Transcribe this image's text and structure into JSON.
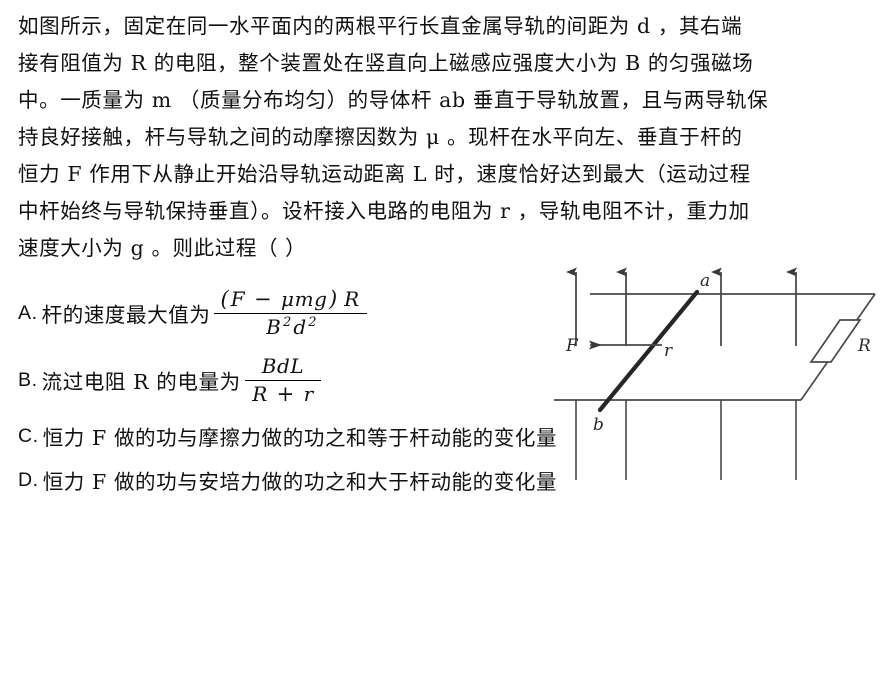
{
  "document": {
    "type": "physics-multiple-choice-question",
    "language": "zh-CN"
  },
  "stem": {
    "lines": [
      "如图所示，固定在同一水平面内的两根平行长直金属导轨的间距为 d ，其右端",
      "接有阻值为 R 的电阻，整个装置处在竖直向上磁感应强度大小为 B 的匀强磁场",
      "中。一质量为 m （质量分布均匀）的导体杆 ab 垂直于导轨放置，且与两导轨保",
      "持良好接触，杆与导轨之间的动摩擦因数为 μ 。现杆在水平向左、垂直于杆的",
      "恒力 F 作用下从静止开始沿导轨运动距离 L 时，速度恰好达到最大（运动过程",
      "中杆始终与导轨保持垂直）。设杆接入电路的电阻为 r ，导轨电阻不计，重力加",
      "速度大小为 g 。则此过程（    ）"
    ]
  },
  "options": [
    {
      "tag": "A.",
      "text": "杆的速度最大值为",
      "formula": {
        "numerator": "(F − μmg) R",
        "denominator": "B²d²"
      }
    },
    {
      "tag": "B.",
      "text": "流过电阻 R 的电量为",
      "formula": {
        "numerator": "BdL",
        "denominator": "R + r"
      }
    },
    {
      "tag": "C.",
      "text": "恒力 F 做的功与摩擦力做的功之和等于杆动能的变化量",
      "formula": null
    },
    {
      "tag": "D.",
      "text": "恒力 F 做的功与安培力做的功之和大于杆动能的变化量",
      "formula": null
    }
  ],
  "figure": {
    "caption": "two parallel horizontal rails with conducting rod ab, resistor R at right end, constant force F to the left, uniform magnetic field B pointing vertically upward",
    "labels": {
      "rod_top_end": "a",
      "rod_bottom_end": "b",
      "rod_resistance": "r",
      "applied_force": "F",
      "external_resistor": "R"
    },
    "colors": {
      "line": "#4a4a4a",
      "rod": "#262626",
      "label": "#2b2b2b"
    },
    "field_arrow_count": 4,
    "background": "#ffffff"
  }
}
